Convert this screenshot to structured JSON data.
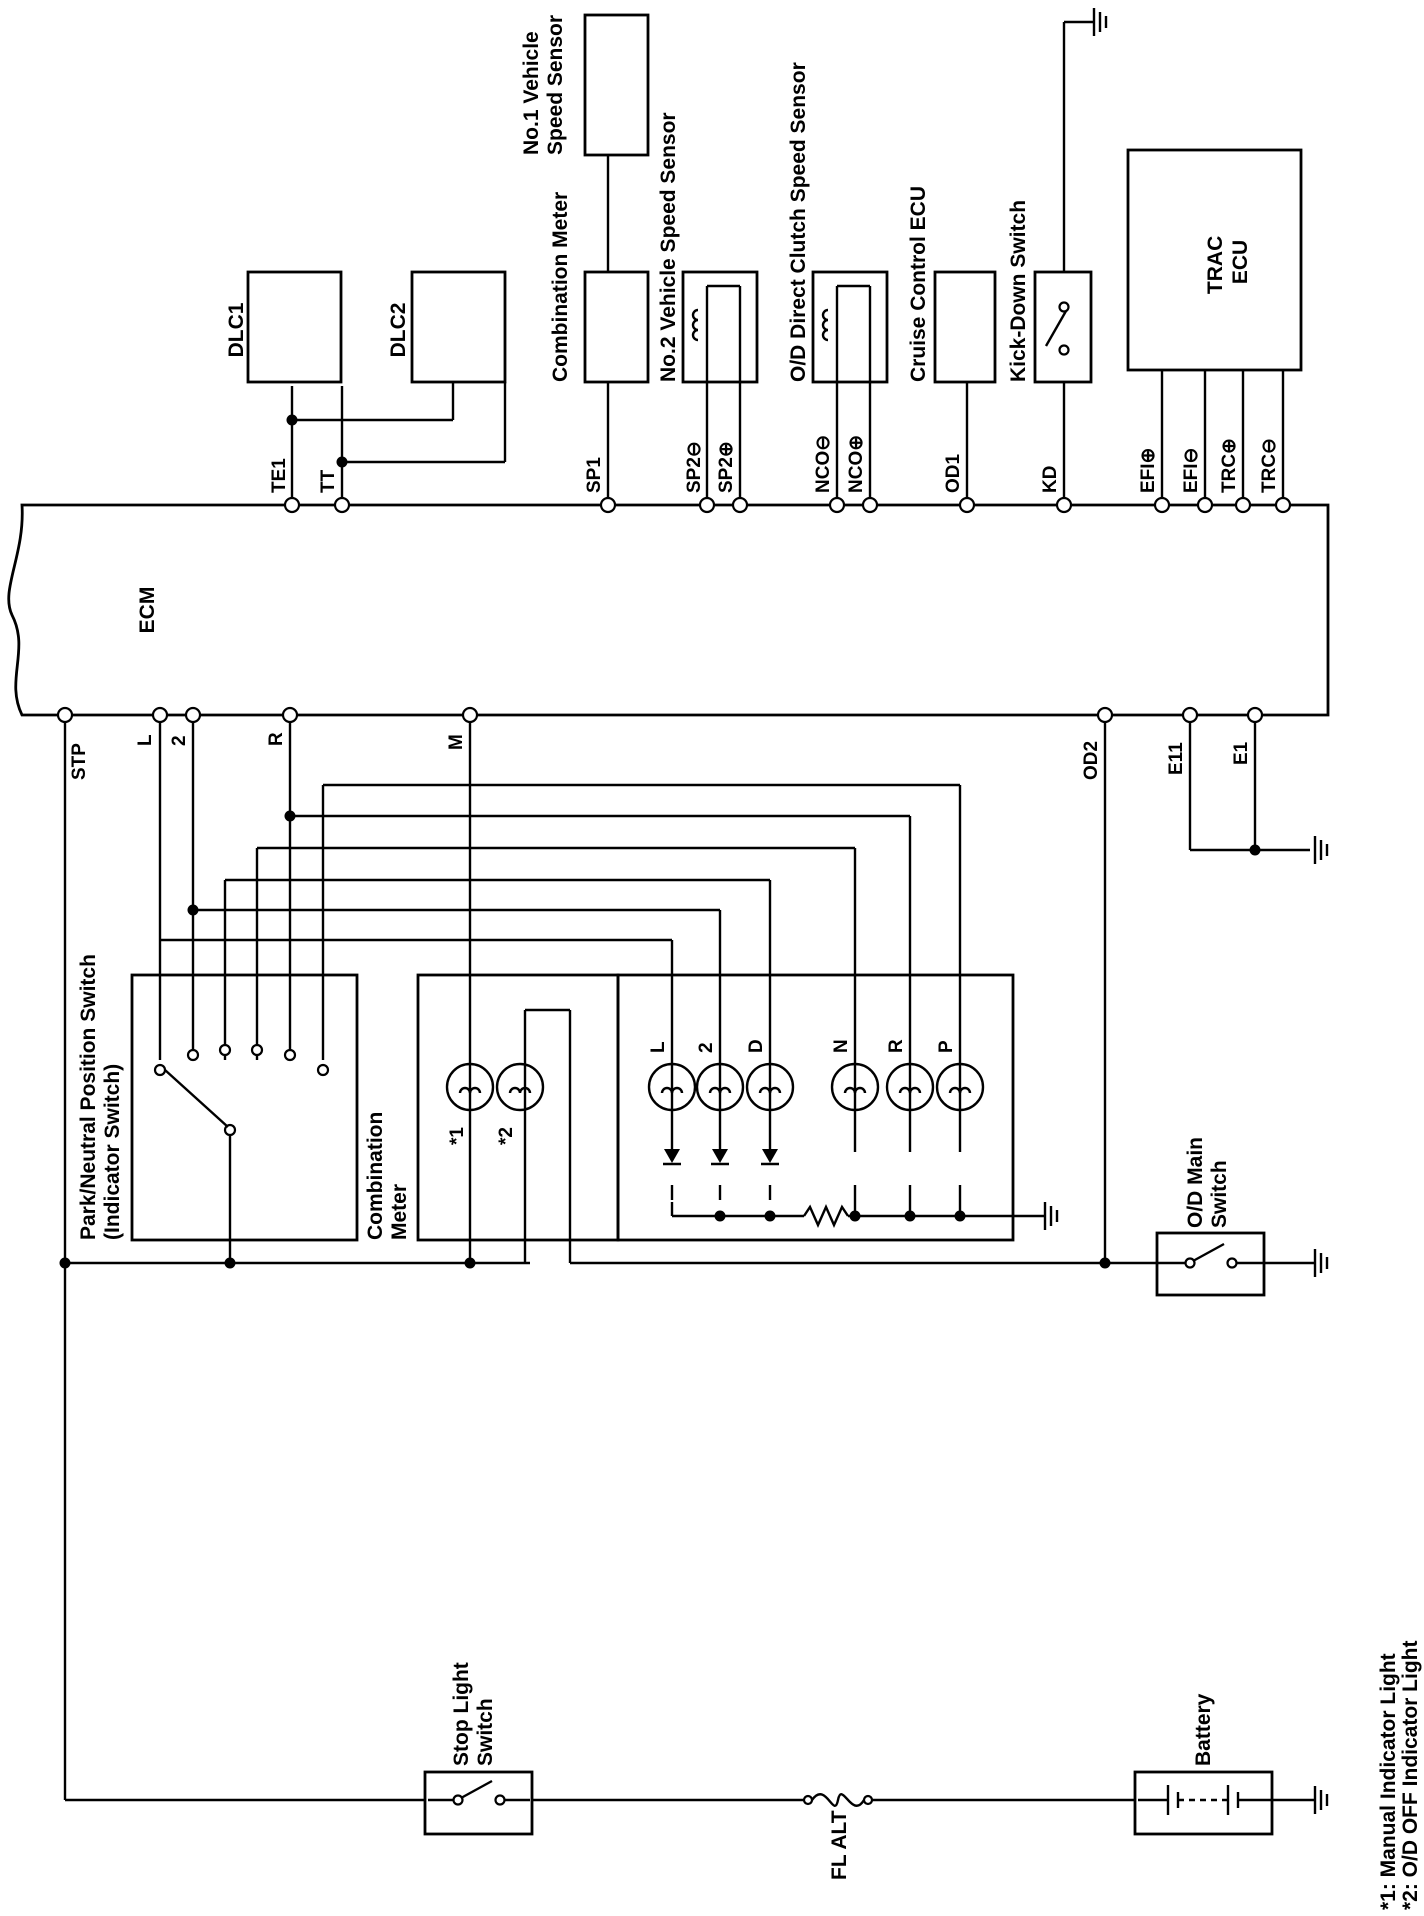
{
  "ecm": {
    "name": "ECM"
  },
  "terminals_top": {
    "te1": "TE1",
    "tt": "TT",
    "sp1": "SP1",
    "sp2_neg": "SP2⊖",
    "sp2_pos": "SP2⊕",
    "nco_neg": "NCO⊖",
    "nco_pos": "NCO⊕",
    "od1": "OD1",
    "kd": "KD",
    "efi_pos": "EFI⊕",
    "efi_neg": "EFI⊖",
    "trc_pos": "TRC⊕",
    "trc_neg": "TRC⊖"
  },
  "terminals_bottom": {
    "stp": "STP",
    "l": "L",
    "two": "2",
    "r": "R",
    "m": "M",
    "od2": "OD2",
    "e11": "E11",
    "e1": "E1"
  },
  "components": {
    "dlc1": "DLC1",
    "dlc2": "DLC2",
    "combination_meter_top": "Combination Meter",
    "no1_speed_sensor": [
      "No.1 Vehicle",
      "Speed Sensor"
    ],
    "no2_speed_sensor": "No.2 Vehicle Speed Sensor",
    "od_clutch_sensor": "O/D Direct Clutch Speed Sensor",
    "cruise_ecu": "Cruise Control ECU",
    "kick_down": "Kick-Down Switch",
    "trac_ecu": [
      "TRAC",
      "ECU"
    ],
    "pn_switch": [
      "Park/Neutral Position Switch",
      "(Indicator Switch)"
    ],
    "combination_meter": [
      "Combination",
      "Meter"
    ],
    "od_main_switch": [
      "O/D Main",
      "Switch"
    ],
    "stop_light_switch": [
      "Stop Light",
      "Switch"
    ],
    "battery": "Battery",
    "fl_alt": "FL ALT"
  },
  "indicator_lights": [
    "L",
    "2",
    "D",
    "N",
    "R",
    "P"
  ],
  "meter_lamps": [
    "*1",
    "*2"
  ],
  "footnotes": [
    "*1: Manual Indicator Light",
    "*2: O/D OFF Indicator Light"
  ]
}
